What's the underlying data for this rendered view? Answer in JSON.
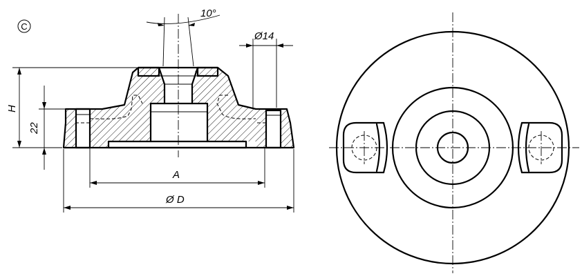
{
  "view_label": "C",
  "dimensions": {
    "angle": "10°",
    "hole_diameter": "Ø14",
    "height": "H",
    "base_height": "22",
    "hole_spacing": "A",
    "outer_diameter": "Ø D"
  }
}
